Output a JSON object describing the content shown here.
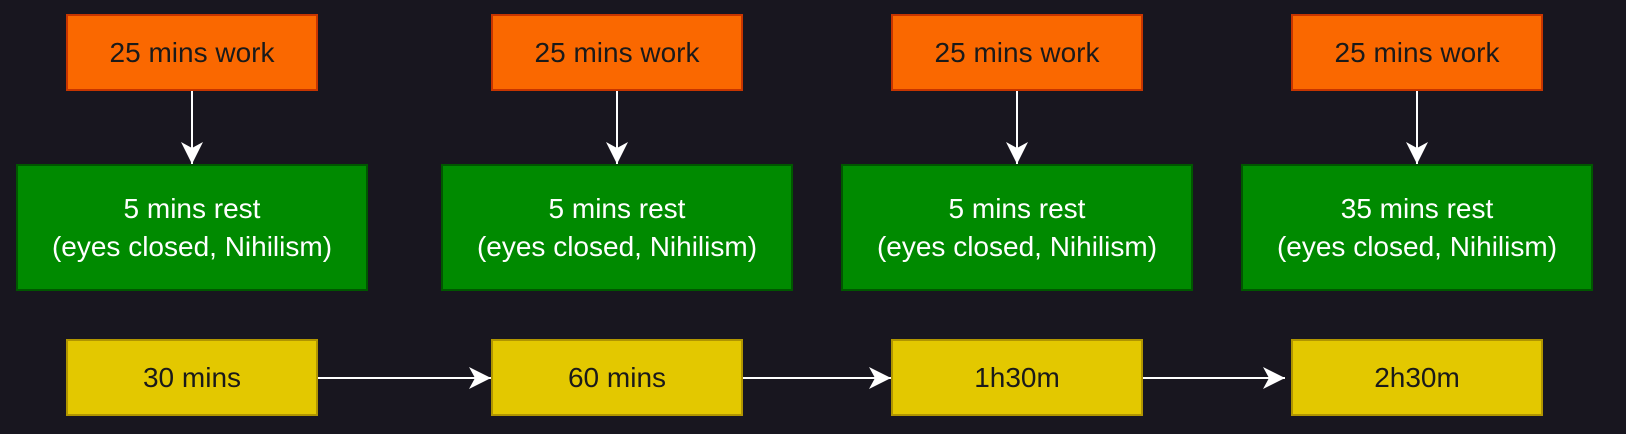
{
  "colors": {
    "background": "#18161f",
    "work_fill": "#fa6800",
    "rest_fill": "#008a00",
    "time_fill": "#e3c800",
    "arrow": "#ffffff"
  },
  "columns": [
    {
      "work": "25 mins work",
      "rest_line1": "5 mins rest",
      "rest_line2": "(eyes closed, Nihilism)",
      "time": "30 mins"
    },
    {
      "work": "25 mins work",
      "rest_line1": "5 mins rest",
      "rest_line2": "(eyes closed, Nihilism)",
      "time": "60 mins"
    },
    {
      "work": "25 mins work",
      "rest_line1": "5 mins rest",
      "rest_line2": "(eyes closed, Nihilism)",
      "time": "1h30m"
    },
    {
      "work": "25 mins work",
      "rest_line1": "35 mins rest",
      "rest_line2": "(eyes closed, Nihilism)",
      "time": "2h30m"
    }
  ]
}
